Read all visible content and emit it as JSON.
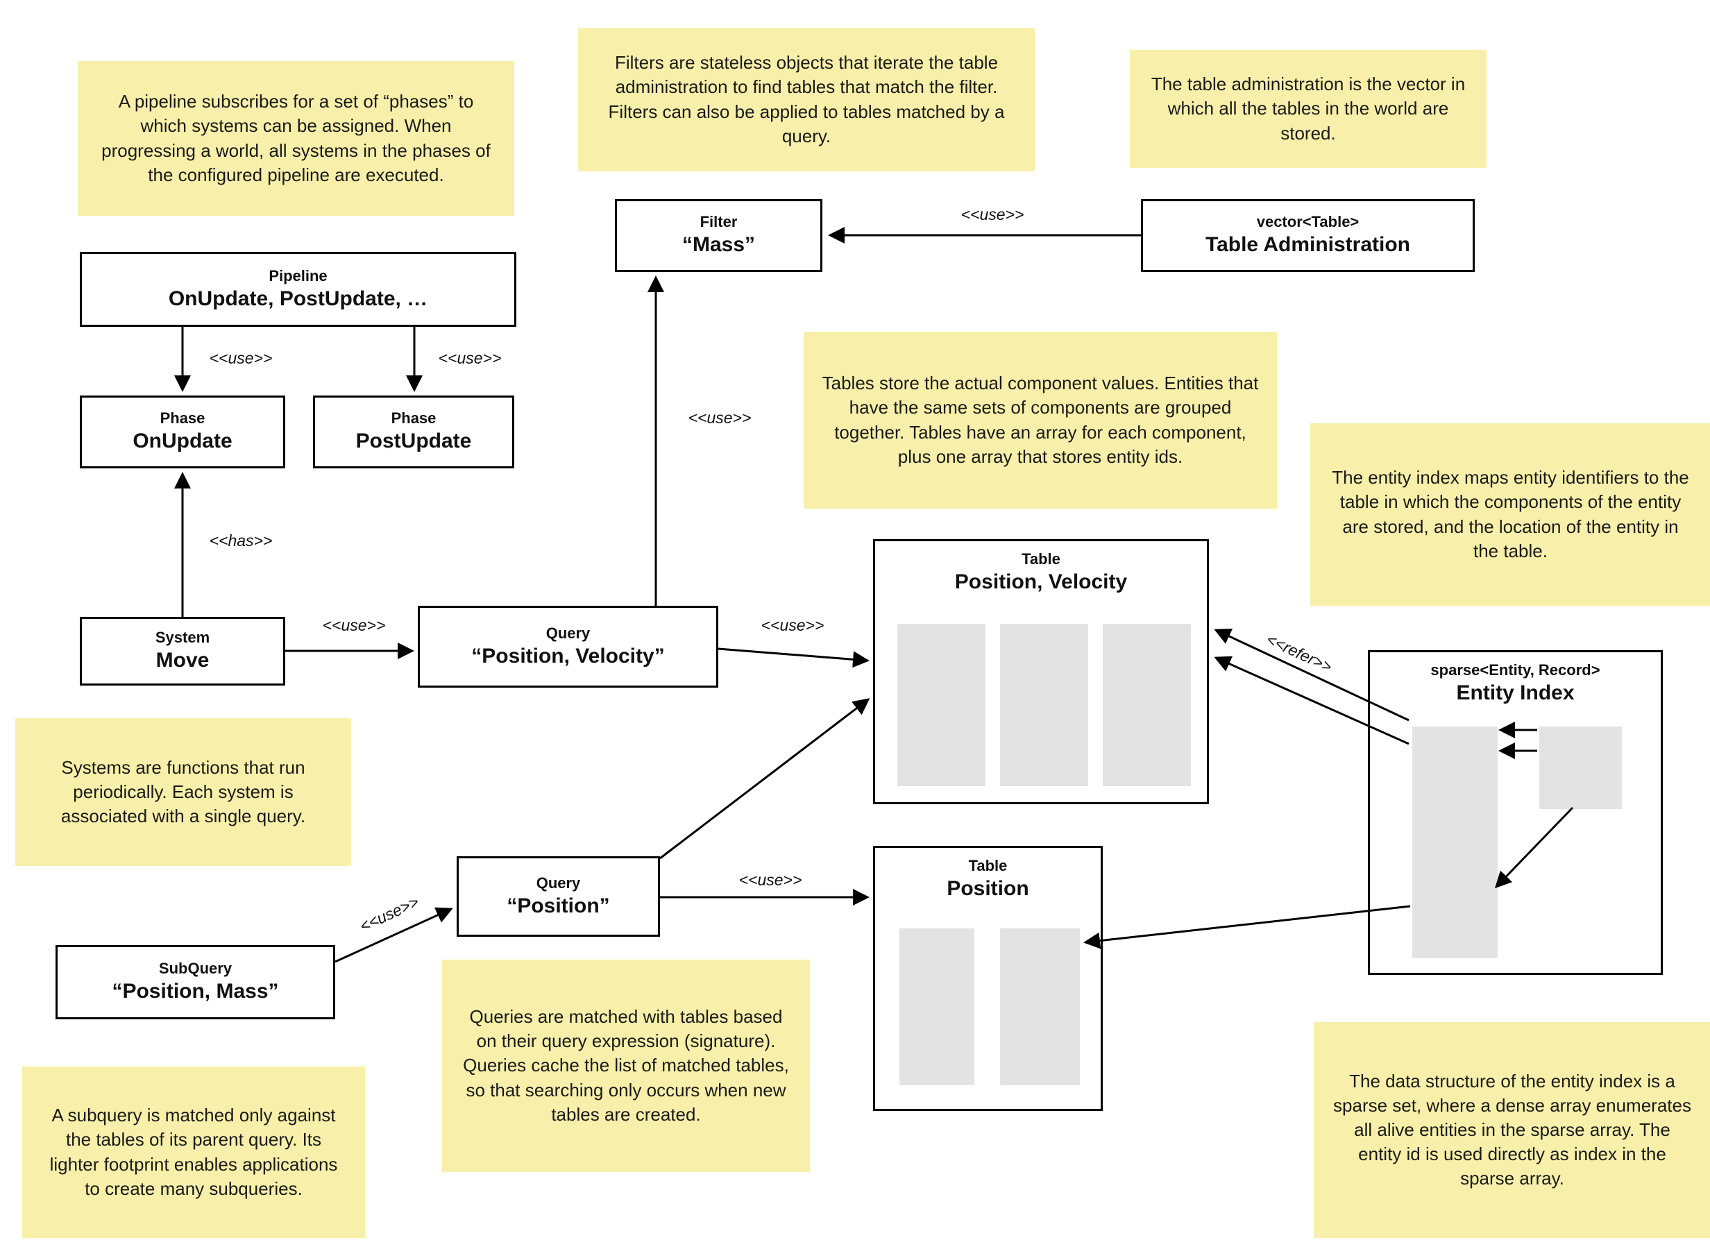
{
  "colors": {
    "note_bg": "#f8f0aa",
    "array_fill": "#e3e3e3",
    "line": "#000000"
  },
  "notes": {
    "pipeline": "A pipeline subscribes for a set of “phases” to which systems can be assigned. When progressing a world, all systems in the phases of the configured pipeline are executed.",
    "filters": "Filters are stateless objects that iterate the table administration to find tables that match the filter. Filters can also be applied to tables matched by a query.",
    "table_admin": "The table administration is the vector in which all the tables in the world are stored.",
    "tables": "Tables store the actual component values. Entities that have the same sets of components are grouped together. Tables have an array for each component, plus one array that stores entity ids.",
    "entity_index": "The entity index maps entity identifiers to the table in which the components of the entity are stored, and the location of the entity in the table.",
    "systems": "Systems are functions that run periodically. Each system is associated with a single query.",
    "queries": "Queries are matched with tables based on their query expression (signature). Queries cache the list of matched tables, so that searching only occurs when new tables are created.",
    "subquery": "A subquery is matched only against the tables of its parent query. Its lighter footprint enables applications to create many subqueries.",
    "sparse_set": "The data structure of the entity index is a sparse set, where a dense array enumerates all alive entities in the sparse array. The entity id is used directly as index in the sparse array."
  },
  "boxes": {
    "filter": {
      "title": "Filter",
      "name": "“Mass”"
    },
    "table_admin": {
      "title": "vector<Table>",
      "name": "Table Administration"
    },
    "pipeline": {
      "title": "Pipeline",
      "name": "OnUpdate, PostUpdate, …"
    },
    "phase_onupdate": {
      "title": "Phase",
      "name": "OnUpdate"
    },
    "phase_postupdate": {
      "title": "Phase",
      "name": "PostUpdate"
    },
    "system_move": {
      "title": "System",
      "name": "Move"
    },
    "query_pv": {
      "title": "Query",
      "name": "“Position, Velocity”"
    },
    "query_p": {
      "title": "Query",
      "name": "“Position”"
    },
    "subquery": {
      "title": "SubQuery",
      "name": "“Position, Mass”"
    },
    "table_pv": {
      "title": "Table",
      "name": "Position, Velocity"
    },
    "table_p": {
      "title": "Table",
      "name": "Position"
    },
    "entity_index": {
      "title": "sparse<Entity, Record>",
      "name": "Entity Index"
    }
  },
  "edges": {
    "admin_filter": "<<use>>",
    "pipeline_onupdate": "<<use>>",
    "pipeline_postupdate": "<<use>>",
    "move_phase": "<<has>>",
    "move_query": "<<use>>",
    "query_filter": "<<use>>",
    "querypv_tablepv": "<<use>>",
    "queryp_tablep": "<<use>>",
    "subquery_queryp": "<<use>>",
    "entityindex_refer": "<<refer>>"
  }
}
